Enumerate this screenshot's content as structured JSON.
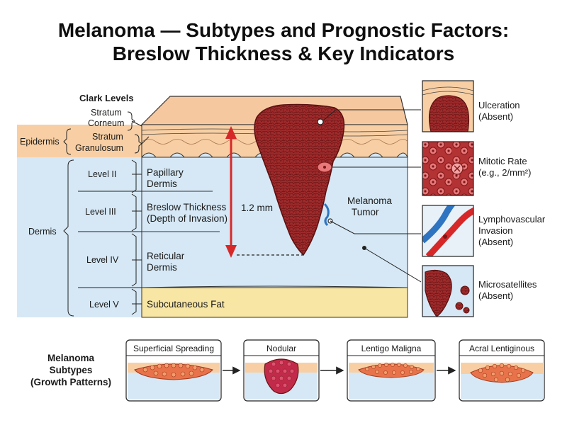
{
  "title": {
    "line1": "Melanoma — Subtypes and Prognostic Factors:",
    "line2": "Breslow Thickness & Key Indicators"
  },
  "clark": {
    "heading": "Clark Levels",
    "stratum_corneum": [
      "Stratum",
      "Corneum"
    ],
    "stratum_granulosum": [
      "Stratum",
      "Granulosum"
    ],
    "epidermis": "Epidermis",
    "dermis": "Dermis",
    "levels": [
      "Level II",
      "Level III",
      "Level IV",
      "Level V"
    ]
  },
  "layers": {
    "papillary": [
      "Papillary",
      "Dermis"
    ],
    "reticular": [
      "Reticular",
      "Dermis"
    ],
    "subcutaneous": "Subcutaneous Fat"
  },
  "breslow": {
    "label": [
      "Breslow Thickness",
      "(Depth of Invasion)"
    ],
    "value": "1.2 mm"
  },
  "tumor_label": [
    "Melanoma",
    "Tumor"
  ],
  "factors": [
    {
      "name": "Ulceration",
      "detail": "(Absent)"
    },
    {
      "name": "Mitotic Rate",
      "detail": "(e.g., 2/mm²)"
    },
    {
      "name": "Lymphovascular",
      "name2": "Invasion",
      "detail": "(Absent)"
    },
    {
      "name": "Microsatellites",
      "detail": "(Absent)"
    }
  ],
  "subtypes": {
    "heading": [
      "Melanoma",
      "Subtypes",
      "(Growth Patterns)"
    ],
    "items": [
      "Superficial Spreading",
      "Nodular",
      "Lentigo Maligna",
      "Acral Lentiginous"
    ]
  },
  "colors": {
    "tumor": "#9e2a2b",
    "tumor_dark": "#6b1414",
    "epidermis": "#f8cfa4",
    "dermis": "#d6e8f5",
    "fat": "#f8e6a4",
    "arrow": "#d62828",
    "vessel_red": "#d62828",
    "vessel_blue": "#2f74c0"
  }
}
